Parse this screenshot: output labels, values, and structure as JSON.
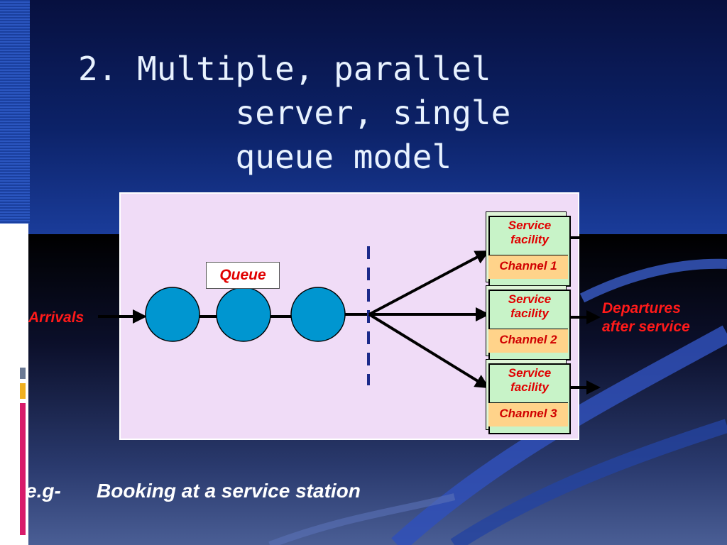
{
  "slide": {
    "title": "2. Multiple, parallel\n        server, single\n        queue model"
  },
  "diagram": {
    "arrivals_label": "Arrivals",
    "queue_label": "Queue",
    "customers": 3,
    "channels": [
      {
        "facility": "Service\nfacility",
        "channel": "Channel 1"
      },
      {
        "facility": "Service\nfacility",
        "channel": "Channel 2"
      },
      {
        "facility": "Service\nfacility",
        "channel": "Channel 3"
      }
    ],
    "departures_label": "Departures\nafter service",
    "colors": {
      "panel": "#f0dcf7",
      "customer": "#0096d0",
      "facility": "#c8f3c8",
      "channel": "#ffd38a",
      "label": "#ff1a1a",
      "divider": "#1c2a8a"
    }
  },
  "example": {
    "prefix": "e.g-",
    "text": "Booking at a service station"
  }
}
